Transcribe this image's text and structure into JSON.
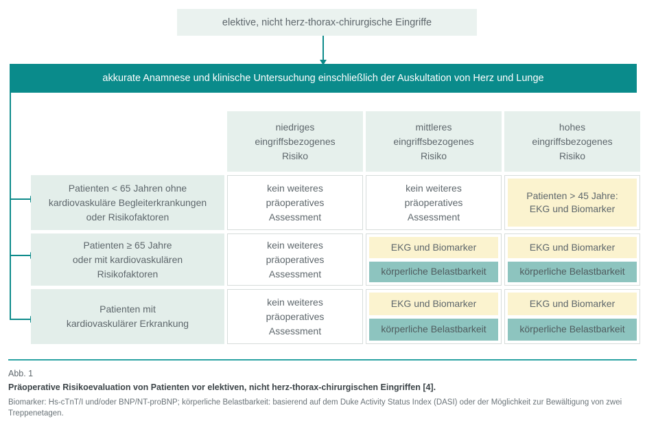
{
  "flow": {
    "entry_box": "elektive, nicht herz-thorax-chirurgische Eingriffe",
    "banner": "akkurate Anamnese und klinische Untersuchung einschließlich der Auskultation von Herz und Lunge"
  },
  "matrix": {
    "column_headers": [
      "niedriges\neingriffsbezogenes\nRisiko",
      "mittleres\neingriffsbezogenes\nRisiko",
      "hohes\neingriffsbezogenes\nRisiko"
    ],
    "column_headers_lines": [
      [
        "niedriges",
        "eingriffsbezogenes",
        "Risiko"
      ],
      [
        "mittleres",
        "eingriffsbezogenes",
        "Risiko"
      ],
      [
        "hohes",
        "eingriffsbezogenes",
        "Risiko"
      ]
    ],
    "rows": [
      {
        "label_lines": [
          "Patienten < 65 Jahren ohne",
          "kardiovaskuläre Begleiterkrankungen",
          "oder Risikofaktoren"
        ],
        "cells": [
          {
            "type": "plain",
            "lines": [
              "kein weiteres",
              "präoperatives",
              "Assessment"
            ]
          },
          {
            "type": "plain",
            "lines": [
              "kein weiteres",
              "präoperatives",
              "Assessment"
            ]
          },
          {
            "type": "yellow",
            "lines": [
              "Patienten > 45 Jahre:",
              "EKG und Biomarker"
            ]
          }
        ]
      },
      {
        "label_lines": [
          "Patienten ≥ 65 Jahre",
          "oder mit kardiovaskulären",
          "Risikofaktoren"
        ],
        "cells": [
          {
            "type": "plain",
            "lines": [
              "kein weiteres",
              "präoperatives",
              "Assessment"
            ]
          },
          {
            "type": "stacked",
            "yellow": "EKG und Biomarker",
            "teal": "körperliche Belastbarkeit"
          },
          {
            "type": "stacked",
            "yellow": "EKG und Biomarker",
            "teal": "körperliche Belastbarkeit"
          }
        ]
      },
      {
        "label_lines": [
          "Patienten mit",
          "kardiovaskulärer Erkrankung"
        ],
        "cells": [
          {
            "type": "plain",
            "lines": [
              "kein weiteres",
              "präoperatives",
              "Assessment"
            ]
          },
          {
            "type": "stacked",
            "yellow": "EKG und Biomarker",
            "teal": "körperliche Belastbarkeit"
          },
          {
            "type": "stacked",
            "yellow": "EKG und Biomarker",
            "teal": "körperliche Belastbarkeit"
          }
        ]
      }
    ]
  },
  "caption": {
    "figure_number": "Abb. 1",
    "title": "Präoperative Risikoevaluation von Patienten vor elektiven, nicht herz-thorax-chirurgischen Eingriffen [4].",
    "note": "Biomarker: Hs-cTnT/I und/oder BNP/NT-proBNP; körperliche Belastbarkeit: basierend auf dem Duke Activity Status Index (DASI) oder der Möglichkeit zur Bewältigung von zwei Treppenetagen."
  },
  "colors": {
    "teal_banner": "#0a8b8b",
    "teal_line": "#0c8a8a",
    "pale_green_box": "#eaf2ef",
    "header_green": "#e6f0ec",
    "label_green": "#e3eeea",
    "chip_yellow": "#fbf3cf",
    "chip_teal": "#8dc4bf",
    "divider": "#2aa3a3",
    "text": "#5d666b"
  }
}
